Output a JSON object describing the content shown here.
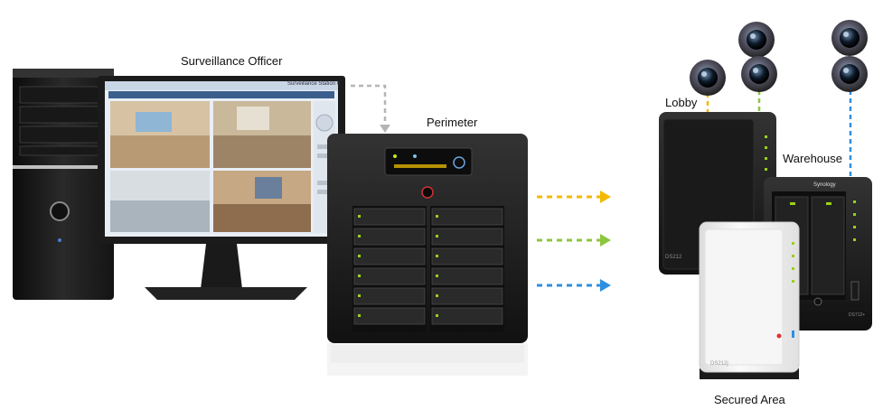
{
  "labels": {
    "officer": "Surveillance Officer",
    "perimeter": "Perimeter",
    "lobby": "Lobby",
    "warehouse": "Warehouse",
    "secured": "Secured Area"
  },
  "devices": {
    "lobby_model": "DS212",
    "warehouse_brand": "Synology",
    "warehouse_model": "DS712+",
    "secured_model": "DS212j"
  },
  "monitor": {
    "app_title": "Surveillance Station 6"
  },
  "colors": {
    "arrow_yellow": "#f5b800",
    "arrow_green": "#8cc63f",
    "arrow_blue": "#2d8fe0",
    "connector_gray": "#b5b5b5",
    "nas_dark": "#1c1c1c",
    "nas_white": "#f2f2f2"
  }
}
